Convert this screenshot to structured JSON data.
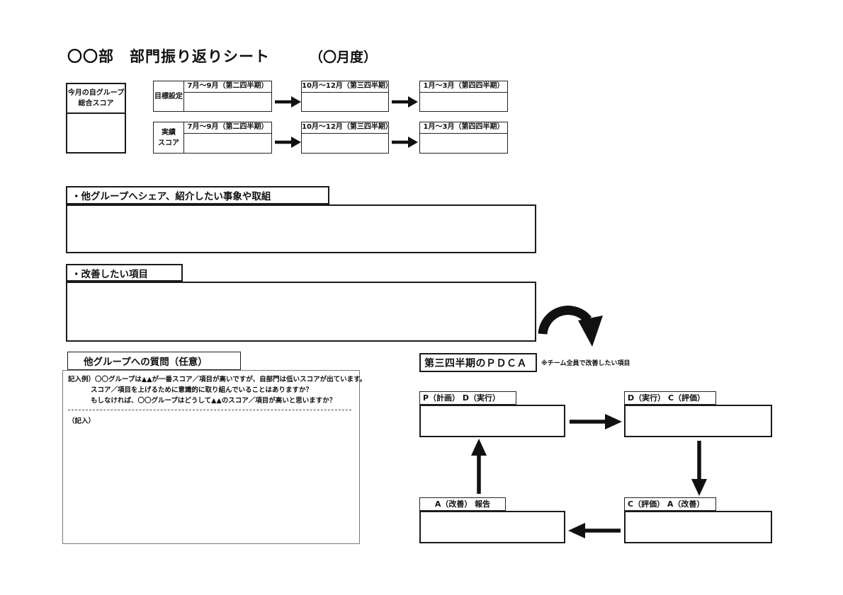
{
  "title": {
    "main": "〇〇部　部門振り返りシート",
    "period": "（〇月度）"
  },
  "score_panel": {
    "summary_label_line1": "今月の自グループ",
    "summary_label_line2": "総合スコア",
    "rows": [
      {
        "label_lines": [
          "目標設定"
        ],
        "q2": "7月～9月（第二四半期）",
        "q3": "10月～12月（第三四半期）",
        "q4": "1月～3月（第四四半期）"
      },
      {
        "label_lines": [
          "実績",
          "スコア"
        ],
        "q2": "7月～9月（第二四半期）",
        "q3": "10月～12月（第三四半期）",
        "q4": "1月～3月（第四四半期）"
      }
    ]
  },
  "sections": {
    "share": {
      "title": "・他グループへシェア、紹介したい事象や取組"
    },
    "improve": {
      "title": "・改善したい項目"
    },
    "questions": {
      "title": "他グループへの質問（任意）",
      "example_line1": "記入例）〇〇グループは▲▲が一番スコア／項目が高いですが、自部門は低いスコアが出ています。",
      "example_line2": "スコア／項目を上げるために意識的に取り組んでいることはありますか？",
      "example_line3": "もしなければ、〇〇グループはどうして▲▲のスコア／項目が高いと思いますか？",
      "entry_label": "（記入）"
    },
    "pdca": {
      "title": "第三四半期のＰＤＣＡ",
      "note": "※チーム全員で改善したい項目",
      "plan_label": "P（計画） D（実行）",
      "do_label": "D（実行） C（評価）",
      "check_label": "C（評価） A（改善）",
      "act_label": "A（改善） 報告"
    }
  },
  "colors": {
    "ink": "#111111",
    "border_dark": "#1a1a1a",
    "border_mid": "#222222"
  }
}
